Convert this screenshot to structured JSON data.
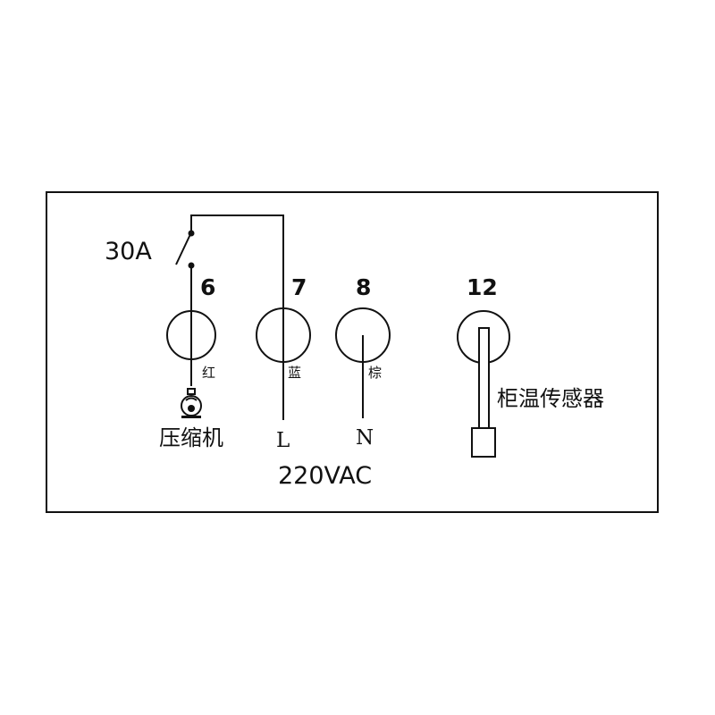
{
  "switch": {
    "rating": "30A"
  },
  "terminals": [
    {
      "number": "6",
      "wire_color": "红",
      "device": "压缩机"
    },
    {
      "number": "7",
      "wire_color": "蓝",
      "line": "L"
    },
    {
      "number": "8",
      "wire_color": "棕",
      "line": "N"
    },
    {
      "number": "12",
      "device": "柜温传感器"
    }
  ],
  "supply": {
    "label": "220VAC"
  },
  "icons": {
    "compressor": "compressor-icon",
    "sensor": "temperature-probe-icon"
  },
  "colors": {
    "line": "#111111",
    "background": "#ffffff"
  }
}
